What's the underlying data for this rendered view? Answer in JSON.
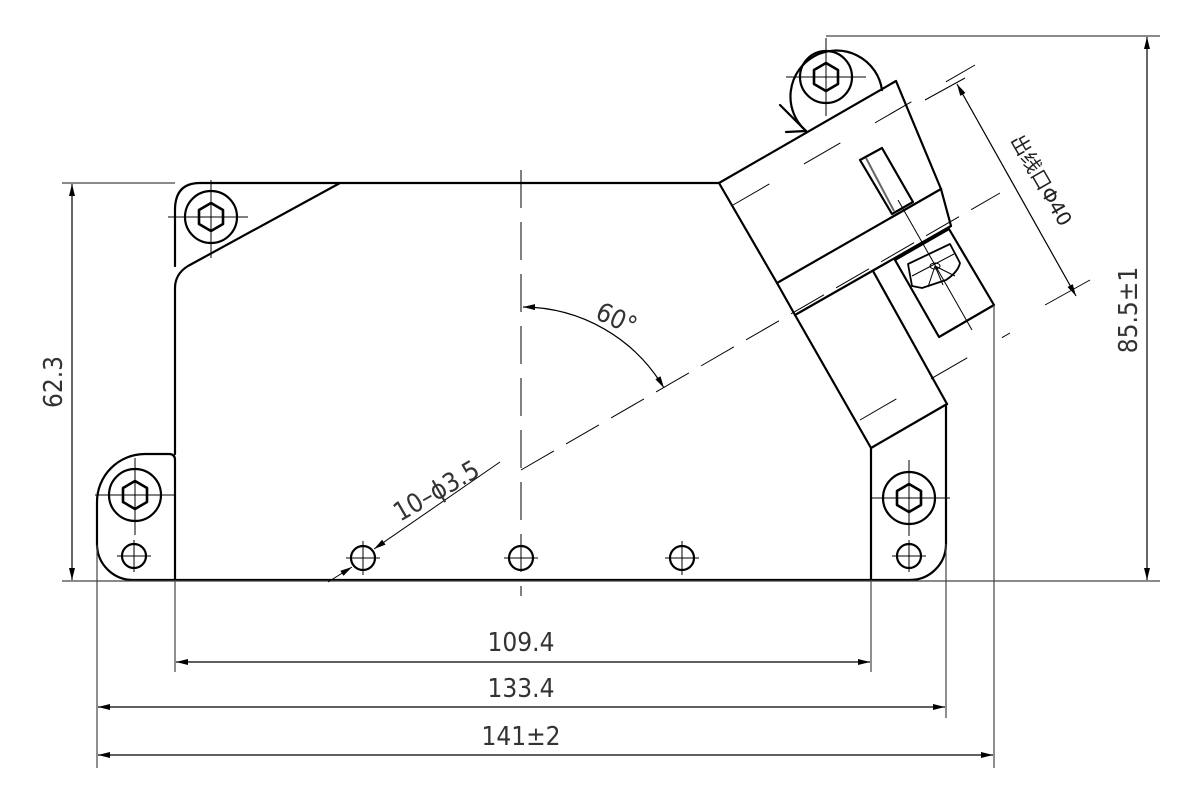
{
  "drawing": {
    "type": "technical-drawing",
    "subject": "mounting bracket with angled outlet housing",
    "colors": {
      "line": "#000000",
      "text": "#333333",
      "background": "#ffffff"
    }
  },
  "dimensions": {
    "height_left": "62.3",
    "height_right": "85.5±1",
    "width_inner": "109.4",
    "width_mid": "133.4",
    "width_overall": "141±2",
    "angle": "60°",
    "holes": "10–ϕ3.5",
    "outlet": "出线口Φ40"
  }
}
